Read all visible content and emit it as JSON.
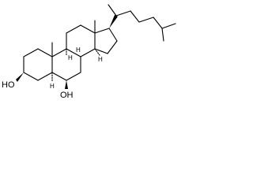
{
  "structure": {
    "labels": {
      "hydroxyl_3": "HO",
      "hydroxyl_6": "OH",
      "h_5": "H",
      "h_8": "H",
      "h_9": "H",
      "h_14": "H"
    }
  }
}
